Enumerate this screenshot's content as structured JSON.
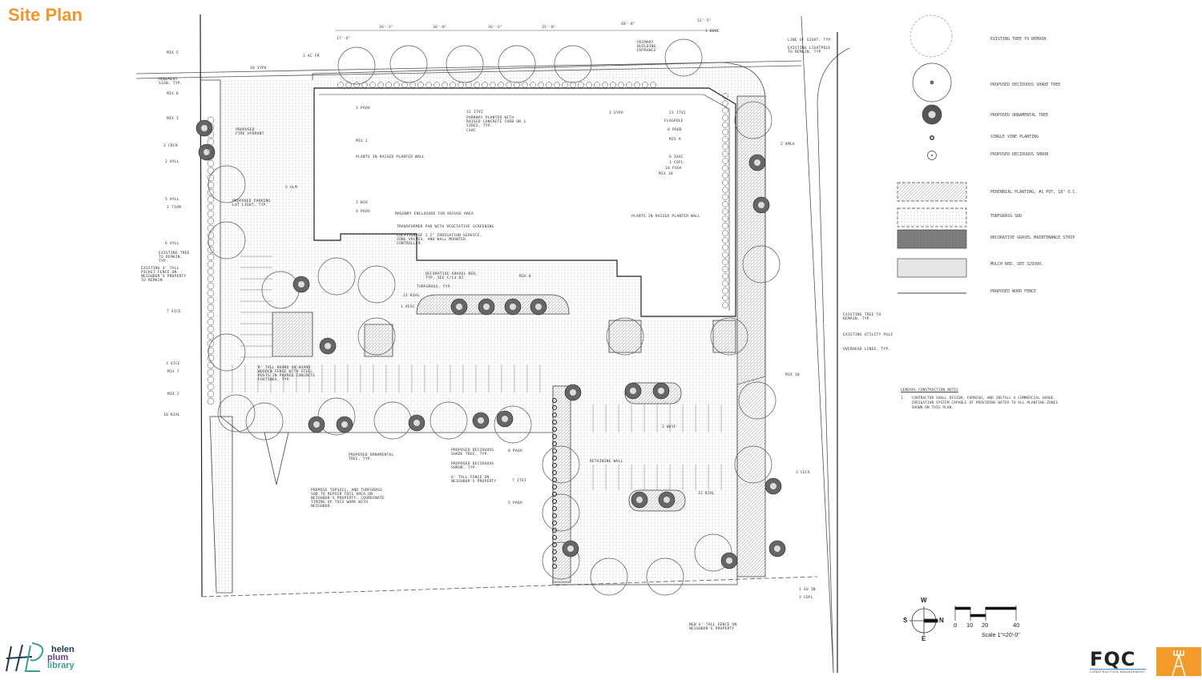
{
  "slide": {
    "title": "Site Plan"
  },
  "plan": {
    "labels": [
      "MIX 5",
      "MONUMENT SIGN, TYP.",
      "MIX 6",
      "MIX 3",
      "3 CRCR",
      "2 HYLL",
      "5 HYLL",
      "2 TIAM",
      "6 HYLL",
      "EXISTING TREE TO REMAIN, TYP.",
      "EXISTING 4' TALL PICKET FENCE ON NEIGHBOR'S PROPERTY TO REMAIN",
      "7 VICE",
      "3 VICE",
      "MIX 7",
      "MIX 2",
      "10 RIAL",
      "3 AC FR",
      "10 SYPA",
      "PROPOSED FIRE HYDRANT",
      "PROPOSED PARKING LOT LIGHT, TYP.",
      "3 PAQU",
      "MIX 2",
      "PLANTS IN RAISED PLANTER WALL",
      "3 WJU",
      "4 PAQU",
      "2 SLM",
      "MASONRY ENCLOSURE FOR REFUSE AREA",
      "TRANSFORMER PAD WITH VEGETATIVE SCREENING",
      "LOCATION OF 1 2\" IRRIGATION SERVICE, ZONE VALVES, AND WALL MOUNTED CONTROLLER.",
      "DECORATIVE GRAVEL BED, TYP. SEE C/L3.02",
      "TURFGRASS, TYP.",
      "MIX 8",
      "21 RIAL",
      "1 AESC",
      "31 ITVI",
      "PARKWAY PLANTER WITH RAISED CONCRETE CURB ON 3 SIDES, TYP.",
      "CAAC",
      "PRIMARY BUILDING ENTRANCE",
      "3 SYPA",
      "23 ITVI",
      "FLAGPOLE",
      "0 POOD",
      "MIX 9",
      "6 IAAC",
      "1 COFL",
      "10 FOGA",
      "MIX 10",
      "PLANTS IN RAISED PLANTER WALL",
      "LINE OF SIGHT, TYP.",
      "EXISTING LIGHTPOLE TO REMAIN, TYP.",
      "2 AMLA",
      "1 DOVE",
      "EXISTING TREE TO REMAIN, TYP.",
      "EXISTING UTILITY POLE",
      "OVERHEAD LINES, TYP.",
      "8' TALL BOARD ON BOARD WOODEN FENCE WITH STEEL POSTS IN POURED CONCRETE FOOTINGS, TYP.",
      "PROPOSED ORNAMENTAL TREE, TYP.",
      "PROPOSED DECIDUOUS SHADE TREE, TYP.",
      "PROPOSED DECIDUOUS SHRUB, TYP.",
      "6' TALL FENCE ON NEIGHBOR'S PROPERTY",
      "PREMISE TOPSOIL, AND TURFGRASS SOD TO REPAIR THIS AREA ON NEIGHBOR'S PROPERTY. COORDINATE TIMING OF THIS WORK WITH NEIGHBOR.",
      "RETAINING WALL",
      "NEW 6' TALL FENCE ON NEIGHBOR'S PROPERTY",
      "3 CECA",
      "1 GU IN",
      "3 COFL",
      "MIX 10",
      "12 RIAL",
      "2 WAYF",
      "7 ITVI",
      "5 PAQU",
      "8 PAQU"
    ],
    "dimensions": [
      "17'-6\"",
      "36'-3\"",
      "36'-0\"",
      "36'-3\"",
      "35'-0\"",
      "48'-0\"",
      "32'-5\""
    ]
  },
  "legend": {
    "items": [
      {
        "icon": "existing-tree-icon",
        "label": "EXISTING TREE TO REMAIN"
      },
      {
        "icon": "shade-tree-icon",
        "label": "PROPOSED DECIDUOUS SHADE TREE"
      },
      {
        "icon": "ornamental-tree-icon",
        "label": "PROPOSED ORNAMENTAL TREE"
      },
      {
        "icon": "vine-icon",
        "label": "SINGLE VINE PLANTING"
      },
      {
        "icon": "shrub-icon",
        "label": "PROPOSED DECIDUOUS SHRUB"
      },
      {
        "icon": "perennial-hatch",
        "label": "PERENNIAL PLANTING, #1 POT, 18\" O.C."
      },
      {
        "icon": "turf-hatch",
        "label": "TURFGRASS SOD"
      },
      {
        "icon": "gravel-hatch",
        "label": "DECORATIVE GRAVEL MAINTENANCE STRIP"
      },
      {
        "icon": "mulch-hatch",
        "label": "MULCH BED. SEE 329300."
      },
      {
        "icon": "fence-line",
        "label": "PROPOSED WOOD FENCE"
      }
    ]
  },
  "notes": {
    "heading": "GENERAL CONSTRUCTION NOTES",
    "items": [
      {
        "num": "1.",
        "text": "CONTRACTOR SHALL DESIGN, FURNISH, AND INSTALL A COMMERCIAL GRADE IRRIGATION SYSTEM CAPABLE OF PROVIDING WATER TO ALL PLANTING ZONES SHOWN ON THIS PLAN."
      }
    ]
  },
  "compass": {
    "w": "W",
    "s": "S",
    "n": "N",
    "e": "E"
  },
  "scale": {
    "ticks": [
      "0",
      "10",
      "20",
      "40"
    ],
    "label": "Scale 1\"=20'-0\""
  },
  "logos": {
    "library": {
      "mark": "HPL",
      "words": [
        "helen",
        "plum",
        "library"
      ]
    },
    "fqc": {
      "name": "FQC",
      "sub": "CONSTRUCTION MANAGEMENT"
    }
  },
  "colors": {
    "title": "#f0962e",
    "fqc_orange": "#f39a2b",
    "hpl_dark": "#1d3a4f",
    "hpl_purple": "#6b3f87",
    "hpl_teal": "#3a9c95"
  }
}
